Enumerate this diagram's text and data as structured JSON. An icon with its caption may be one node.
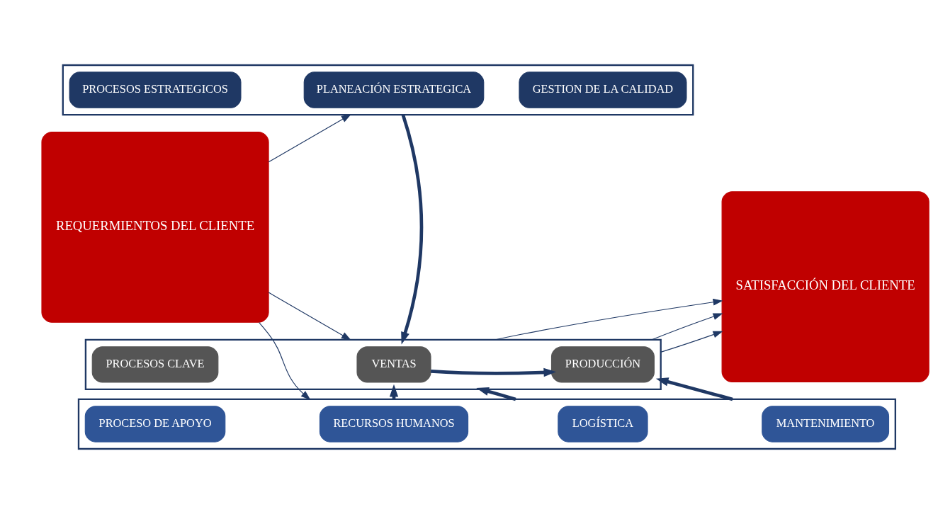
{
  "diagram": {
    "nodes": [
      {
        "text": [
          "REQUERMIENTOS DEL CLIENTE"
        ]
      },
      {
        "text": [],
        "shape": "box"
      },
      {
        "text": [
          "PROCESOS ESTRATEGICOS"
        ],
        "in": 1
      },
      {
        "text": [
          "PLANEACIÓN ESTRATEGICA"
        ],
        "in": 1
      },
      {
        "text": [
          "GESTION DE LA CALIDAD"
        ],
        "in": 1
      },
      {
        "text": [],
        "shape": "box"
      },
      {
        "text": [
          "PROCESOS CLAVE"
        ],
        "in": 5
      },
      {
        "text": [
          "VENTAS"
        ],
        "in": 5
      },
      {
        "text": [
          "PRODUCCIÓN"
        ],
        "in": 5
      },
      {
        "text": [],
        "shape": "box"
      },
      {
        "text": [
          "PROCESO DE APOYO"
        ],
        "in": 9
      },
      {
        "text": [
          "RECURSOS HUMANOS"
        ],
        "in": 9
      },
      {
        "text": [
          "LOGÍSTICA"
        ],
        "in": 9
      },
      {
        "text": [
          "MANTENIMIENTO"
        ],
        "in": 9
      },
      {
        "text": [
          "SATISFACCIÓN DEL CLIENTE"
        ]
      }
    ],
    "edges": [
      {
        "from": 0,
        "to": 1,
        "arrow": "to"
      },
      {
        "from": 0,
        "to": 5,
        "arrow": "to"
      },
      {
        "from": 0,
        "to": 9,
        "arrow": "to"
      },
      {
        "from": 1,
        "to": 5,
        "arrow": "to",
        "style": "thick"
      },
      {
        "from": 7,
        "to": 8,
        "arrow": "to",
        "style": "thick"
      },
      {
        "from": 9,
        "to": 5,
        "arrow": "to",
        "style": "thick"
      },
      {
        "from": 9,
        "to": 5,
        "arrow": "to",
        "style": "thick"
      },
      {
        "from": 9,
        "to": 5,
        "arrow": "to",
        "style": "thick"
      },
      {
        "from": 5,
        "to": 14,
        "arrow": "to"
      },
      {
        "from": 5,
        "to": 14,
        "arrow": "to"
      },
      {
        "from": 5,
        "to": 14,
        "arrow": "to"
      }
    ]
  }
}
